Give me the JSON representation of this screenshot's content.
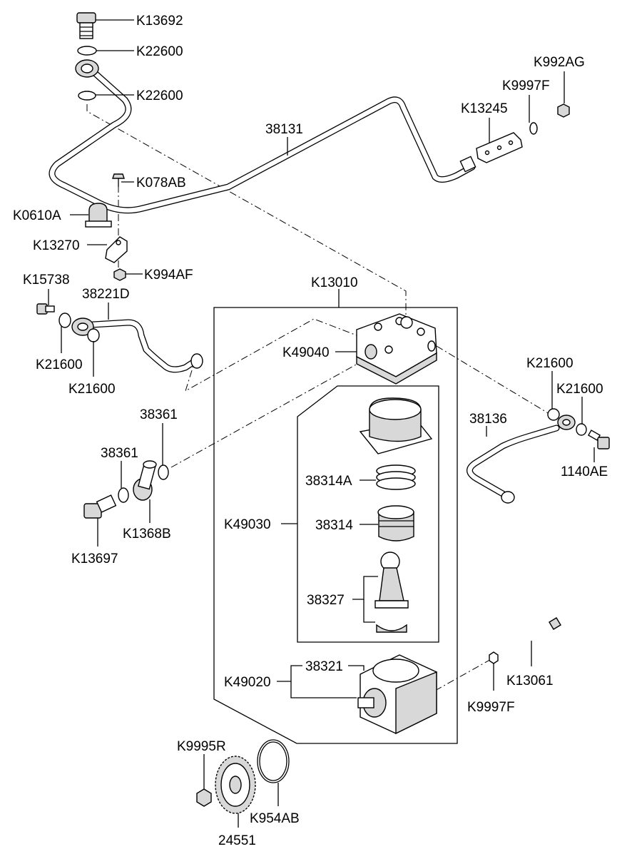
{
  "labels": {
    "k13692": "K13692",
    "k22600_a": "K22600",
    "k22600_b": "K22600",
    "p38131": "38131",
    "k078ab": "K078AB",
    "k0610a": "K0610A",
    "k13270": "K13270",
    "k994af": "K994AF",
    "k13245": "K13245",
    "k9997f_top": "K9997F",
    "k992ag": "K992AG",
    "k15738": "K15738",
    "p38221d": "38221D",
    "k21600_l1": "K21600",
    "k21600_l2": "K21600",
    "k13010": "K13010",
    "k49040": "K49040",
    "p38361_a": "38361",
    "p38361_b": "38361",
    "k1368b": "K1368B",
    "k13697": "K13697",
    "p38314a": "38314A",
    "k49030": "K49030",
    "p38314": "38314",
    "p38327": "38327",
    "p38321": "38321",
    "k49020": "K49020",
    "k21600_r1": "K21600",
    "k21600_r2": "K21600",
    "p38136": "38136",
    "p1140ae": "1140AE",
    "k13061": "K13061",
    "k9997f_bot": "K9997F",
    "k9995r": "K9995R",
    "k954ab": "K954AB",
    "p24551": "24551"
  }
}
